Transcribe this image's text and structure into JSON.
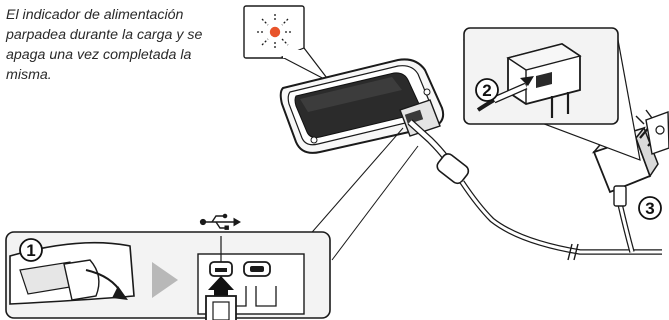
{
  "caption": {
    "lines": [
      "El indicador de alimentación",
      "parpadea durante la carga y se",
      "apaga una vez completada la",
      "misma."
    ]
  },
  "steps": {
    "step1": "1",
    "step2": "2",
    "step3": "3"
  },
  "icons": {
    "usb": "usb-icon",
    "indicator_lamp": "charge-indicator-lamp-icon",
    "arrow": "insert-arrow-icon"
  },
  "colors": {
    "indicator": "#e8542b",
    "arrow_gray": "#b8b8b8",
    "outline": "#1a1a1a",
    "panel_fill": "#f3f3f3"
  }
}
